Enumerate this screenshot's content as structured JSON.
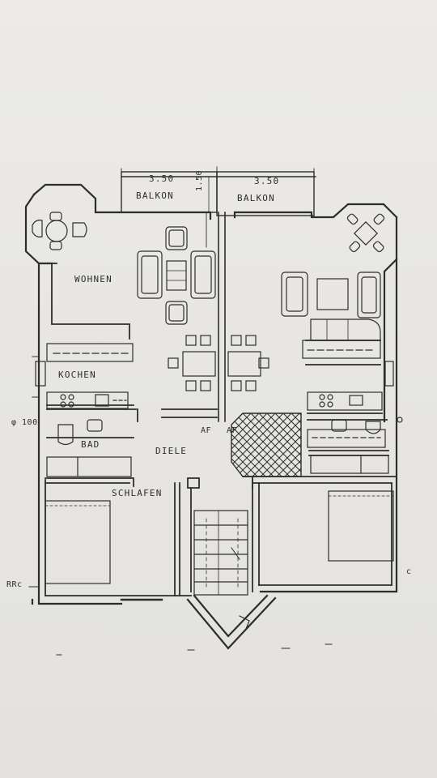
{
  "rooms": {
    "balkon_left": "BALKON",
    "balkon_right": "BALKON",
    "wohnen": "WOHNEN",
    "kochen": "KOCHEN",
    "bad": "BAD",
    "diele": "DIELE",
    "schlafen": "SCHLAFEN"
  },
  "dimensions": {
    "balkon_left_width": "3.50",
    "balkon_right_width": "3.50",
    "balkon_depth": "1.50",
    "pipe": "φ 100"
  },
  "markers": {
    "af_left": "AF",
    "af_right": "AF",
    "rrc": "RRc",
    "c_right": "c"
  },
  "colors": {
    "ink": "#2d2d2d",
    "paper": "#e9e8e4"
  }
}
